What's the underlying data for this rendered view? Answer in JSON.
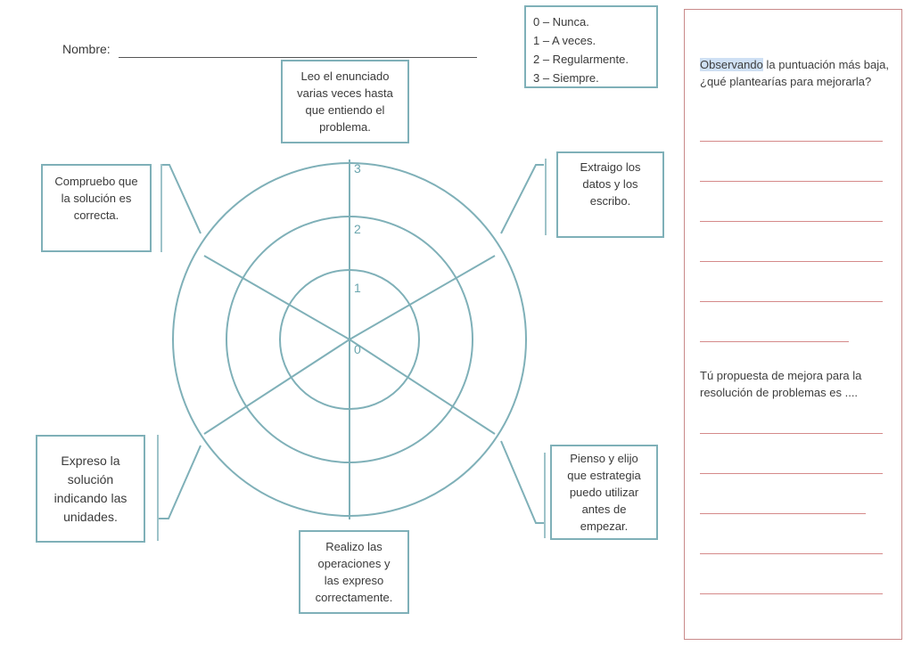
{
  "header": {
    "name_label": "Nombre:"
  },
  "legend": {
    "items": [
      "0 –  Nunca.",
      "1 –  A veces.",
      "2 –  Regularmente.",
      "3 –  Siempre."
    ]
  },
  "radar": {
    "ticks": [
      "0",
      "1",
      "2",
      "3"
    ],
    "steps": [
      [
        "Leo el enunciado",
        "varias veces hasta",
        "que entiendo el",
        "problema."
      ],
      [
        "Extraigo los",
        "datos y los",
        "escribo."
      ],
      [
        "Pienso y elijo",
        "que estrategia",
        "puedo utilizar",
        "antes de",
        "empezar."
      ],
      [
        "Realizo las",
        "operaciones y",
        "las expreso",
        "correctamente."
      ],
      [
        "Expreso la",
        "solución",
        "indicando las",
        "unidades."
      ],
      [
        "Compruebo que",
        "la solución es",
        "correcta."
      ]
    ]
  },
  "panel": {
    "q1_highlight": "Observando",
    "q1_rest": " la puntuación más baja, ¿qué plantearías para mejorarla?",
    "q2": "Tú propuesta de mejora para la resolución de problemas es ...."
  }
}
